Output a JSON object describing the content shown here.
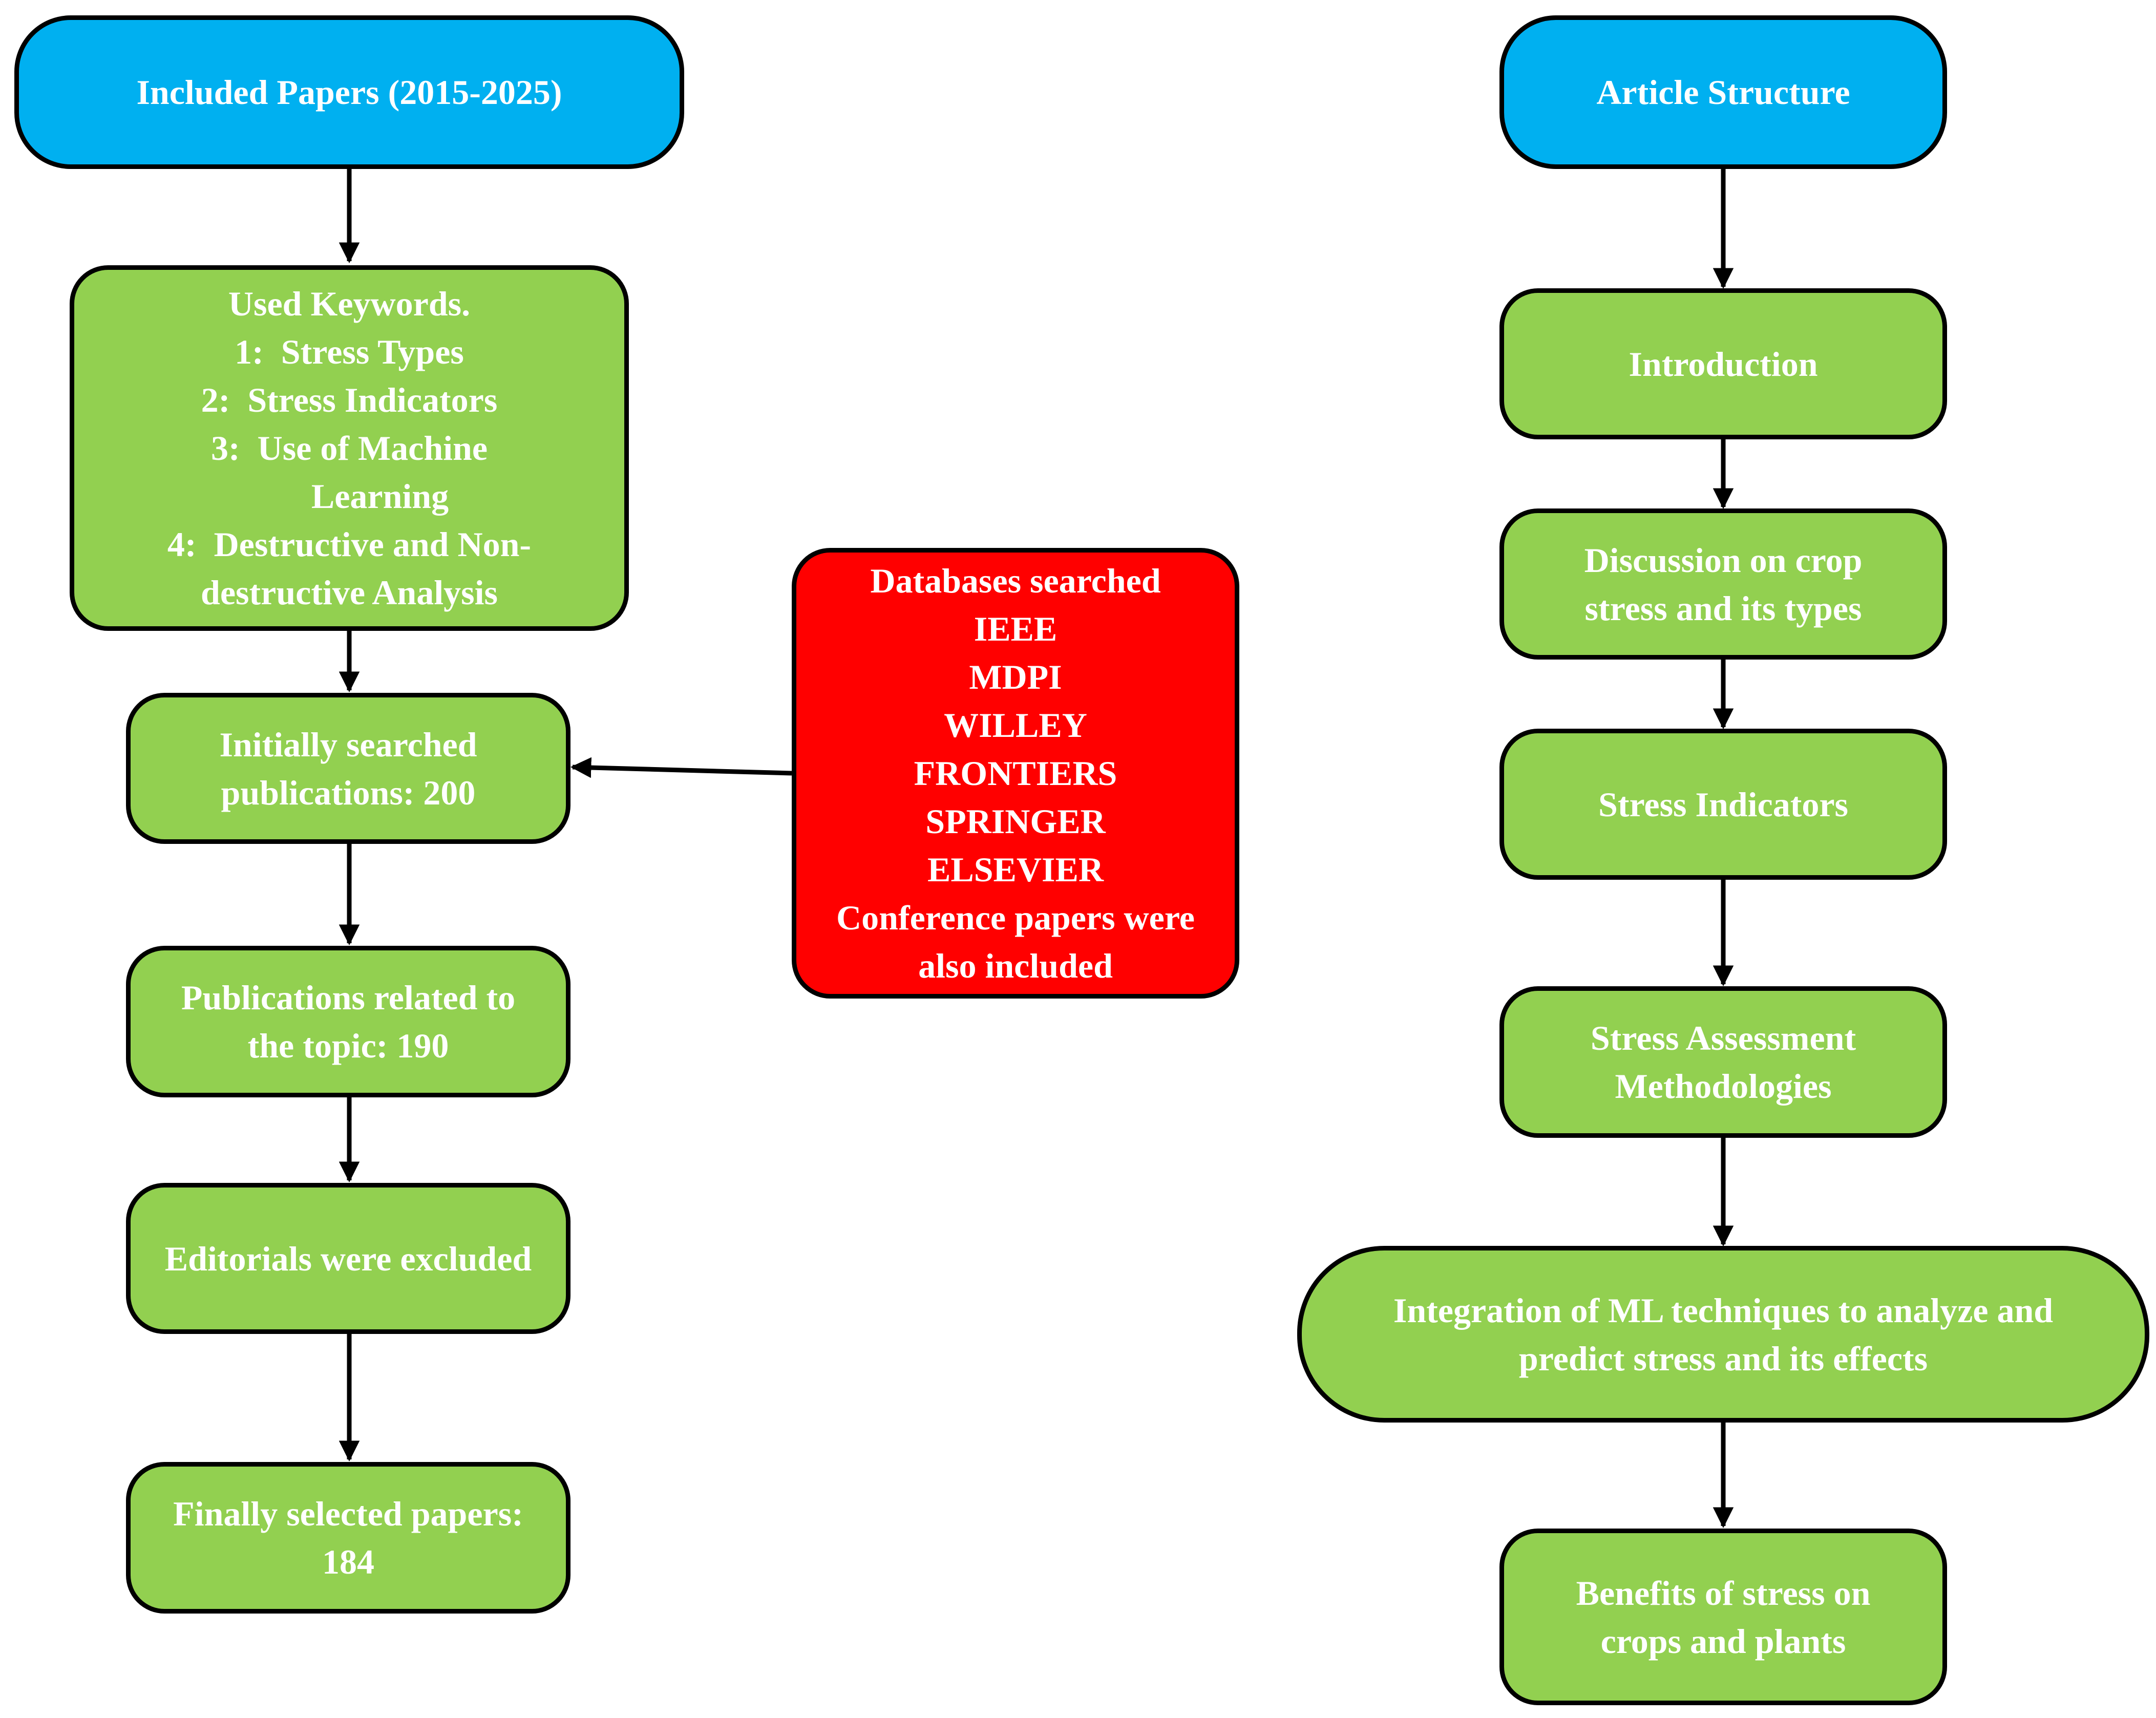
{
  "colors": {
    "header_fill": "#00b0f0",
    "step_fill": "#92d050",
    "database_fill": "#ff0000",
    "outline": "#000000",
    "text": "#ffffff"
  },
  "left_column": {
    "header": "Included Papers (2015-2025)",
    "keywords": {
      "lines": [
        "Used Keywords.",
        "1:  Stress Types",
        "2:  Stress Indicators",
        "3:  Use of Machine",
        "Learning",
        "4:  Destructive and Non-",
        "destructive Analysis"
      ]
    },
    "initially_searched": [
      "Initially searched",
      "publications: 200"
    ],
    "related": [
      "Publications related to",
      "the topic: 190"
    ],
    "editorials": "Editorials were excluded",
    "final": [
      "Finally selected papers:",
      "184"
    ]
  },
  "databases": {
    "lines": [
      "Databases searched",
      "IEEE",
      "MDPI",
      "WILLEY",
      "FRONTIERS",
      "SPRINGER",
      "ELSEVIER",
      "Conference papers were",
      "also included"
    ]
  },
  "right_column": {
    "header": "Article Structure",
    "introduction": "Introduction",
    "discussion": [
      "Discussion on crop",
      "stress and its types"
    ],
    "indicators": "Stress Indicators",
    "methodologies": [
      "Stress Assessment",
      "Methodologies"
    ],
    "integration": [
      "Integration of ML techniques to analyze and",
      "predict stress and its effects"
    ],
    "benefits": [
      "Benefits of stress on",
      "crops and plants"
    ]
  }
}
